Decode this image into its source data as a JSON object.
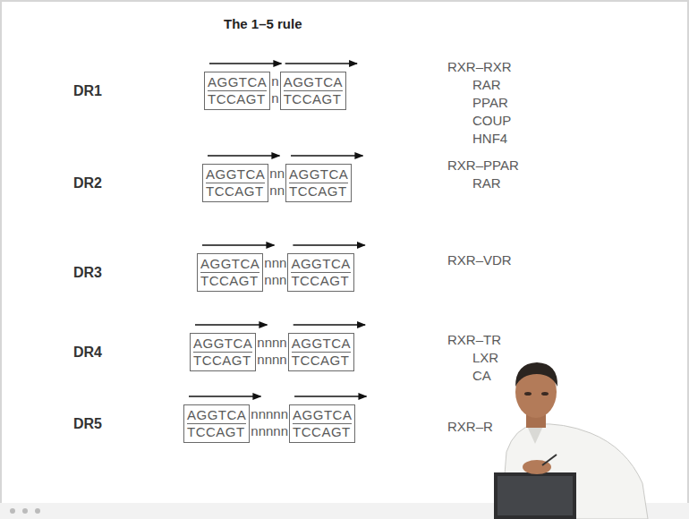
{
  "diagram": {
    "title": "The 1–5 rule",
    "nodes": [
      {
        "text": [
          "AGGTCA",
          "TCCAGT"
        ]
      },
      {
        "text": [
          "AGGTCA",
          "TCCAGT"
        ]
      },
      {
        "text": [
          "AGGTCA",
          "TCCAGT"
        ]
      },
      {
        "text": [
          "AGGTCA",
          "TCCAGT"
        ]
      },
      {
        "text": [
          "AGGTCA",
          "TCCAGT"
        ]
      },
      {
        "text": [
          "AGGTCA",
          "TCCAGT"
        ]
      },
      {
        "text": [
          "AGGTCA",
          "TCCAGT"
        ]
      },
      {
        "text": [
          "AGGTCA",
          "TCCAGT"
        ]
      },
      {
        "text": [
          "AGGTCA",
          "TCCAGT"
        ]
      },
      {
        "text": [
          "AGGTCA",
          "TCCAGT"
        ]
      }
    ],
    "labels": [
      "DR1",
      "n",
      "n",
      "RXR–RXR",
      "RAR",
      "PPAR",
      "COUP",
      "HNF4",
      "DR2",
      "nn",
      "nn",
      "RXR–PPAR",
      "RAR",
      "DR3",
      "nnn",
      "nnn",
      "RXR–VDR",
      "DR4",
      "nnnn",
      "nnnn",
      "RXR–TR",
      "LXR",
      "CA",
      "DR5",
      "nnnnn",
      "nnnnn",
      "RXR–R"
    ]
  }
}
